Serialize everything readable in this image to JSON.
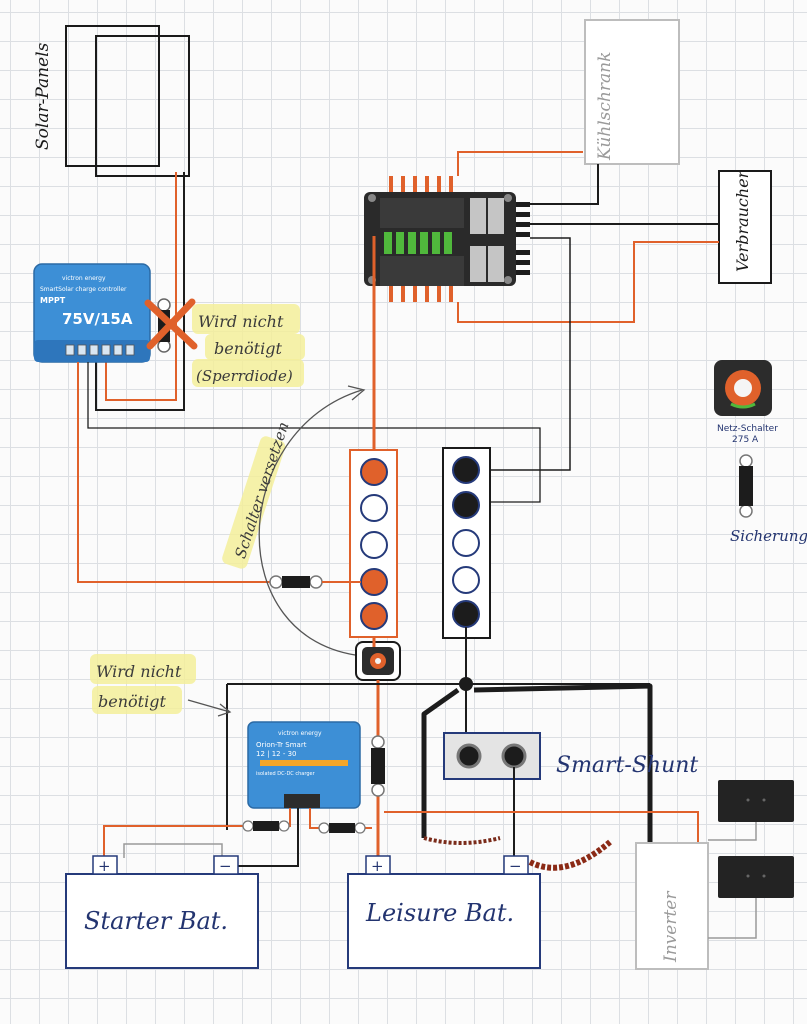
{
  "labels": {
    "solar_panels": "Solar-Panels",
    "fridge": "Kühlschrank",
    "consumers": "Verbraucher",
    "mppt_not_needed_line1": "Wird nicht",
    "mppt_not_needed_line2": "benötigt",
    "mppt_not_needed_line3": "(Sperrdiode)",
    "move_switch": "Schalter versetzen",
    "dcdc_not_needed_line1": "Wird nicht",
    "dcdc_not_needed_line2": "benötigt",
    "smart_shunt": "Smart-Shunt",
    "starter_battery": "Starter Bat.",
    "leisure_battery": "Leisure Bat.",
    "inverter": "Inverter",
    "main_switch_line1": "Netz-Schalter",
    "main_switch_line2": "275 A",
    "fuse": "Sicherung",
    "plus": "+",
    "minus": "−"
  },
  "mppt": {
    "brand": "victron energy",
    "model": "SmartSolar charge controller",
    "type": "MPPT",
    "rating": "75V/15A"
  },
  "dcdc": {
    "brand": "victron energy",
    "model_line1": "Orion-Tr Smart",
    "model_line2": "12 | 12 - 30",
    "model_line3": "isolated DC-DC charger"
  },
  "colors": {
    "positive_wire": "#e0612b",
    "negative_wire": "#1c1c1c",
    "device_blue": "#3d8fd6",
    "ink": "#233470",
    "annotation_highlight": "#f3ef9a",
    "grid": "#dcdfe3"
  }
}
